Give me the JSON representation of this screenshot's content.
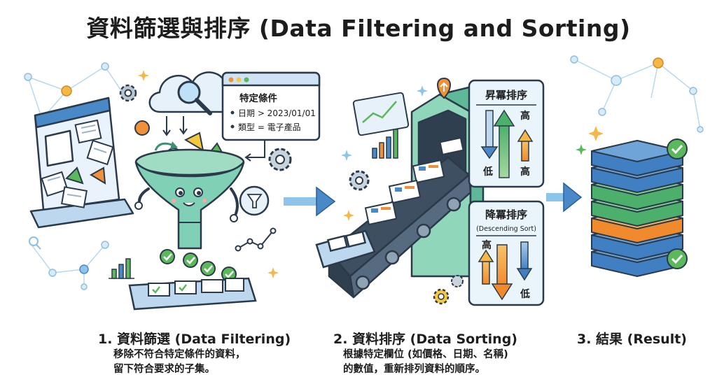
{
  "title": "資料篩選與排序 (Data Filtering and Sorting)",
  "filter_card": {
    "heading": "特定條件",
    "conditions": [
      "日期 > 2023/01/01",
      "類型 = 電子產品"
    ]
  },
  "sort_panels": {
    "ascending": {
      "heading": "昇冪排序",
      "high": "高",
      "low": "低",
      "high2": "高"
    },
    "descending": {
      "heading": "降冪排序",
      "subheading": "(Descending Sort)",
      "high": "高",
      "low": "低"
    }
  },
  "steps": [
    {
      "heading": "1. 資料篩選 (Data Filtering)",
      "lines": [
        "移除不符合特定條件的資料，",
        "留下符合要求的子集。"
      ]
    },
    {
      "heading": "2. 資料排序 (Data Sorting)",
      "lines": [
        "根據特定欄位 (如價格、日期、名稱)",
        "的數值，重新排列資料的順序。"
      ]
    },
    {
      "heading": "3. 結果 (Result)",
      "lines": []
    }
  ],
  "colors": {
    "teal": "#7fd0b4",
    "teal_dark": "#3f8f78",
    "blue": "#4a89c8",
    "blue_dark": "#2d5f94",
    "orange": "#f0913a",
    "green": "#5cb85c",
    "outline": "#2b3a4a"
  }
}
